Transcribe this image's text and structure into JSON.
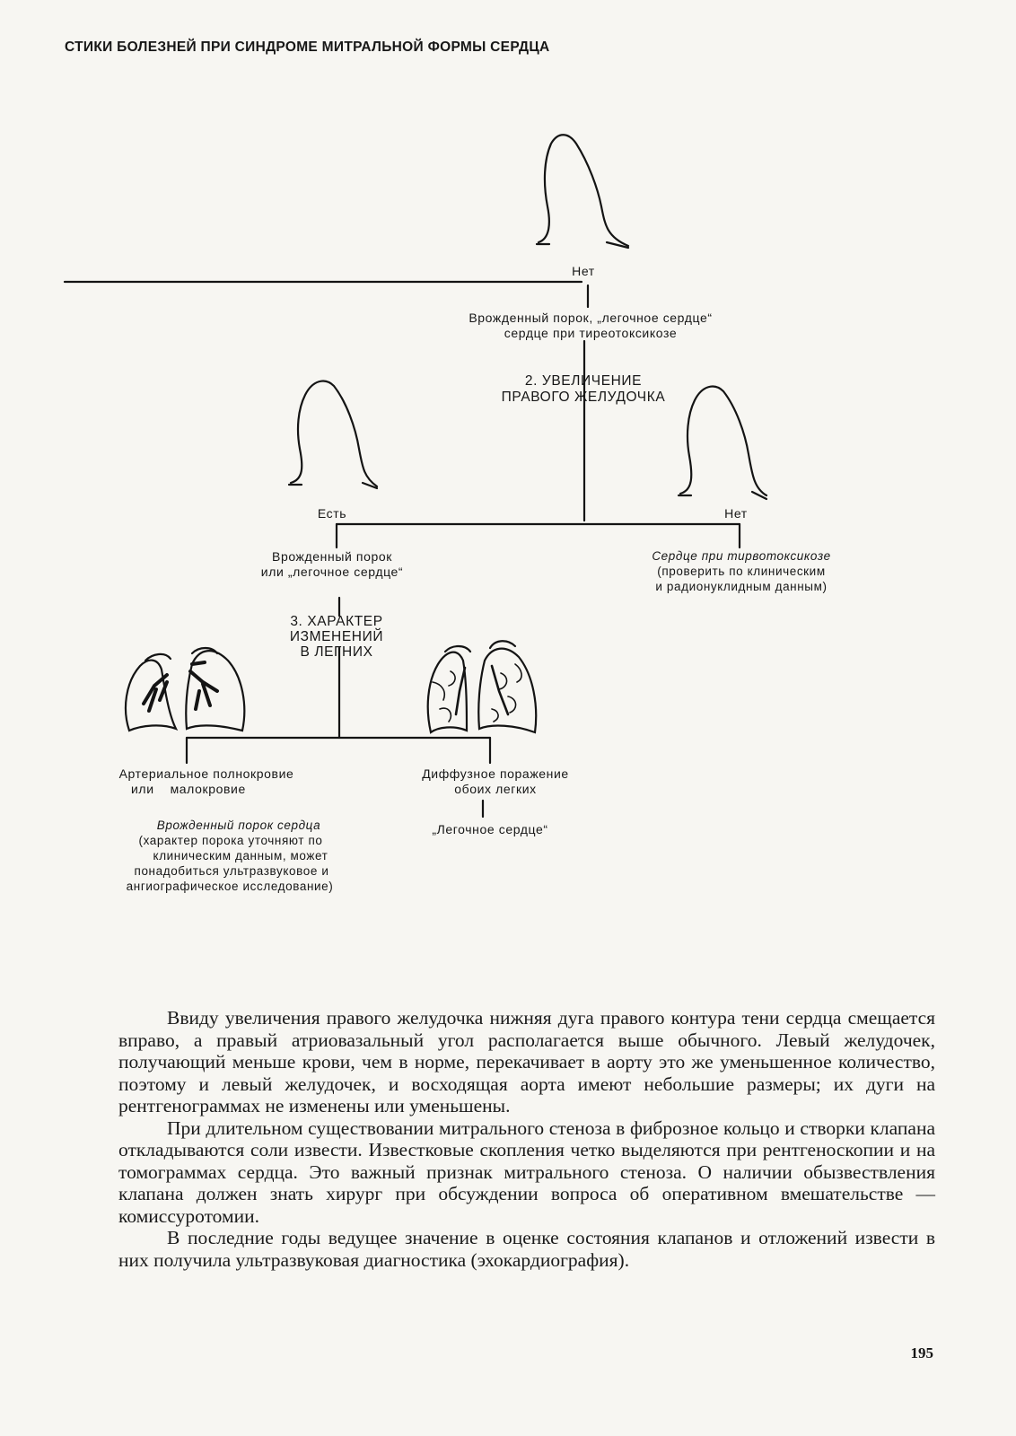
{
  "header": "СТИКИ БОЛЕЗНЕЙ ПРИ СИНДРОМЕ МИТРАЛЬНОЙ ФОРМЫ СЕРДЦА",
  "diagram": {
    "top_label": "Нет",
    "top_result": [
      "Врожденный порок, „легочное сердце“",
      "сердце при тиреотоксикозе"
    ],
    "step2": [
      "2. УВЕЛИЧЕНИЕ",
      "ПРАВОГО ЖЕЛУДОЧКА"
    ],
    "left_label": "Есть",
    "right_label": "Нет",
    "left_result": [
      "Врожденный порок",
      "или „легочное сердце“"
    ],
    "right_result_title": "Сердце при тирвотоксикозе",
    "right_result_note": [
      "(проверить по клиническим",
      "и радионуклидным данным)"
    ],
    "step3": [
      "3. ХАРАКТЕР",
      "ИЗМЕНЕНИЙ",
      "В ЛЕГНИХ"
    ],
    "lung_left_result": [
      "Артериальное полнокровие",
      "или    малокровие"
    ],
    "lung_left_title": "Врожденный порок сердца",
    "lung_left_note": [
      "(характер порока уточняют по",
      "клиническим данным, может",
      "понадобиться ультразвуковое и",
      "ангиографическое исследование)"
    ],
    "lung_right_result": [
      "Диффузное поражение",
      "обоих легких"
    ],
    "lung_right_final": "„Легочное сердце“"
  },
  "body": {
    "paragraphs": [
      "Ввиду увеличения правого желудочка нижняя дуга правого контура тени сердца смещается вправо, а правый атриовазальный угол располагается выше обычного. Левый желудочек, получающий меньше крови, чем в норме, перекачивает в аорту это же уменьшенное количество, поэтому и левый желудочек, и восходящая аорта имеют небольшие размеры; их дуги на рентгенограммах не изменены или уменьшены.",
      "При длительном существовании митрального стеноза в фиброзное кольцо и створки клапана откладываются соли извести. Известковые скопления четко выделяются при рентгеноскопии и на томограммах сердца. Это важный признак митрального стеноза. О наличии обызвествления клапана должен знать хирург при обсуждении вопроса об оперативном вмешательстве — комиссуротомии.",
      "В последние годы ведущее значение в оценке состояния клапанов и отложений извести в них получила ультразвуковая диагностика (эхокардиография)."
    ]
  },
  "page_number": "195"
}
